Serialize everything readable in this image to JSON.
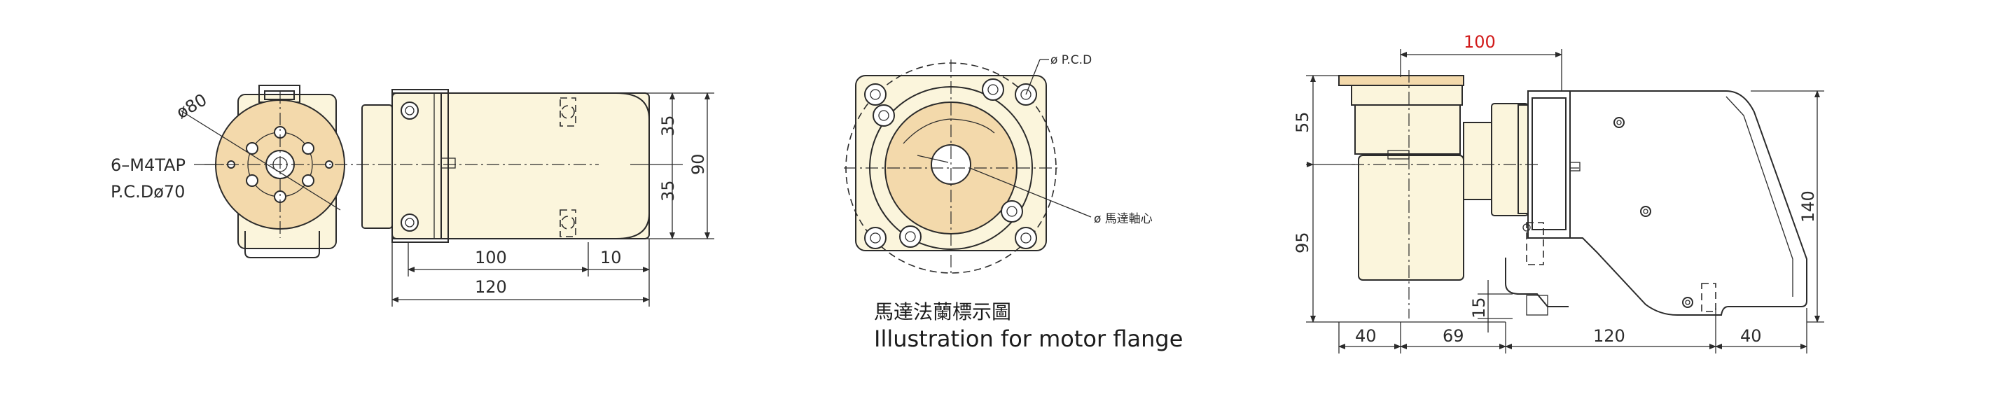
{
  "left_view": {
    "dia_label": "ø80",
    "tap_label": "6–M4TAP",
    "pcd_label": "P.C.Dø70",
    "dims": {
      "d35_top": "35",
      "d35_bot": "35",
      "d90": "90",
      "d100": "100",
      "d10": "10",
      "d120": "120"
    }
  },
  "mid_view": {
    "pcd_label": "ø P.C.D",
    "shaft_label": "ø 馬達軸心",
    "caption_zh": "馬達法蘭標示圖",
    "caption_en": "Illustration for motor flange"
  },
  "right_view": {
    "dims": {
      "d100": "100",
      "d55": "55",
      "d95": "95",
      "d140": "140",
      "d15": "15",
      "d40a": "40",
      "d69": "69",
      "d120": "120",
      "d40b": "40"
    }
  },
  "colors": {
    "body": "#fbf5dc",
    "flange": "#f3d9ab",
    "line": "#2b2b2b",
    "dim_highlight": "#d11a1a"
  }
}
